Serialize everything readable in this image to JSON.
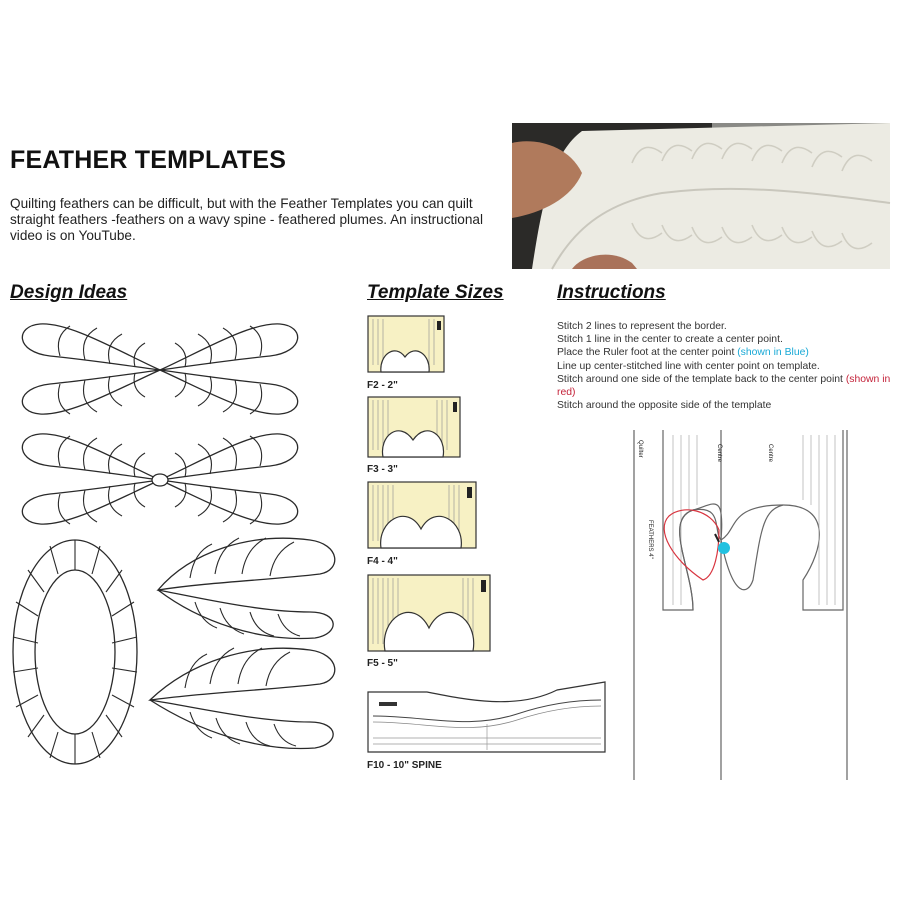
{
  "title": "FEATHER TEMPLATES",
  "intro": "Quilting feathers can be difficult, but with the Feather Templates you can quilt straight feathers -feathers on a wavy spine - feathered plumes. An instructional video is on YouTube.",
  "sections": {
    "design_ideas": "Design Ideas",
    "template_sizes": "Template Sizes",
    "instructions": "Instructions"
  },
  "instructions": {
    "line1": "Stitch 2 lines to represent the border.",
    "line2": "Stitch 1 line in the center to create a center point.",
    "line3_main": "Place the Ruler foot at the center point ",
    "line3_note": "(shown in Blue)",
    "line4": "Line up center-stitched line with center point on template.",
    "line5_main": "Stitch around one side of the template back to the center point ",
    "line5_note": "(shown in red)",
    "line6": "Stitch around the opposite side of the template"
  },
  "template_sizes": [
    "F2 - 2\"",
    "F3 - 3\"",
    "F4 - 4\"",
    "F5 - 5\"",
    "F10 - 10\" SPINE"
  ],
  "diagram_labels": {
    "brand": "Quilter",
    "product": "FEATHERS 4\"",
    "center_left": "Centre",
    "center_right": "Centre"
  },
  "colors": {
    "template_fill": "#f7f1c4",
    "blue_point": "#22c1e0",
    "red_path": "#d8343f",
    "text": "#111111"
  }
}
